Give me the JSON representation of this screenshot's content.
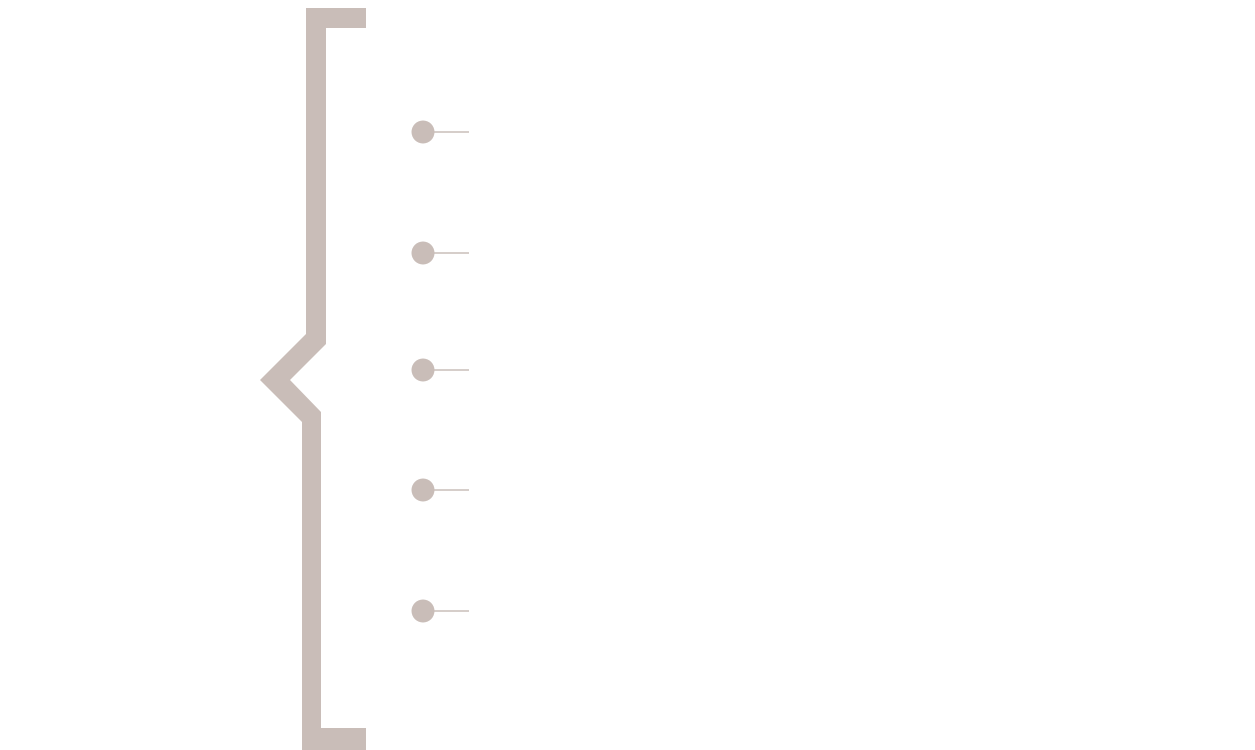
{
  "colors": {
    "background": "#ffffff",
    "bracket": "#c9bdb8",
    "bullet": "#c9bdb8",
    "connector": "#c9bdb8"
  },
  "bullets": [
    {
      "id": "bullet-1",
      "label": ""
    },
    {
      "id": "bullet-2",
      "label": ""
    },
    {
      "id": "bullet-3",
      "label": ""
    },
    {
      "id": "bullet-4",
      "label": ""
    },
    {
      "id": "bullet-5",
      "label": ""
    }
  ]
}
